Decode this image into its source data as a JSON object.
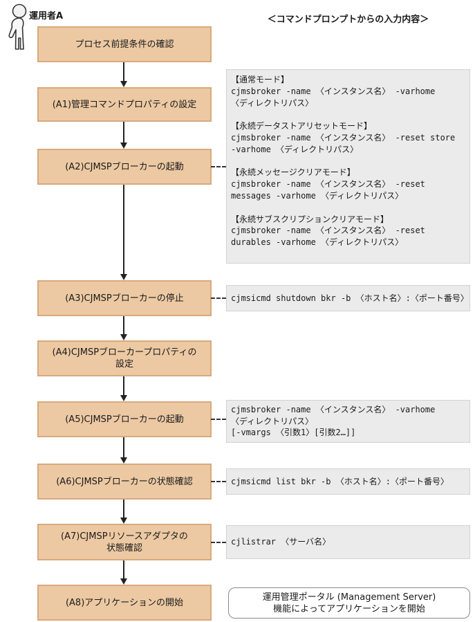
{
  "page": {
    "actor_label": "運用者A",
    "right_column_title": "＜コマンドプロンプトからの入力内容＞"
  },
  "flow": {
    "steps": [
      {
        "id": "start",
        "label": "プロセス前提条件の確認"
      },
      {
        "id": "A1",
        "label": "(A1)管理コマンドプロパティの設定"
      },
      {
        "id": "A2",
        "label": "(A2)CJMSPブローカーの起動"
      },
      {
        "id": "A3",
        "label": "(A3)CJMSPブローカーの停止"
      },
      {
        "id": "A4",
        "label": "(A4)CJMSPブローカープロパティの\n設定"
      },
      {
        "id": "A5",
        "label": "(A5)CJMSPブローカーの起動"
      },
      {
        "id": "A6",
        "label": "(A6)CJMSPブローカーの状態確認"
      },
      {
        "id": "A7",
        "label": "(A7)CJMSPリソースアダプタの\n状態確認"
      },
      {
        "id": "A8",
        "label": "(A8)アプリケーションの開始"
      }
    ]
  },
  "commands": {
    "a2": "【通常モード】\ncjmsbroker -name 〈インスタンス名〉 -varhome\n〈ディレクトリパス〉\n\n【永続データストアリセットモード】\ncjmsbroker -name 〈インスタンス名〉 -reset store\n-varhome 〈ディレクトリパス〉\n\n【永続メッセージクリアモード】\ncjmsbroker -name 〈インスタンス名〉 -reset\nmessages -varhome 〈ディレクトリパス〉\n\n【永続サブスクリプションクリアモード】\ncjmsbroker -name 〈インスタンス名〉 -reset\ndurables -varhome 〈ディレクトリパス〉",
    "a3": "cjmsicmd shutdown bkr -b 〈ホスト名〉:〈ポート番号〉",
    "a5": "cjmsbroker -name 〈インスタンス名〉 -varhome\n〈ディレクトリパス〉\n[-vmargs 〈引数1〉[引数2…]]",
    "a6": "cjmsicmd list bkr -b 〈ホスト名〉:〈ポート番号〉",
    "a7": "cjlistrar 〈サーバ名〉",
    "a8_note": "運用管理ポータル (Management Server)\n機能によってアプリケーションを開始"
  },
  "colors": {
    "step_fill": "#ecc9a3",
    "step_border": "#d9a97c",
    "command_fill": "#ebebeb",
    "command_border": "#d2d2d2",
    "line": "#222222"
  }
}
